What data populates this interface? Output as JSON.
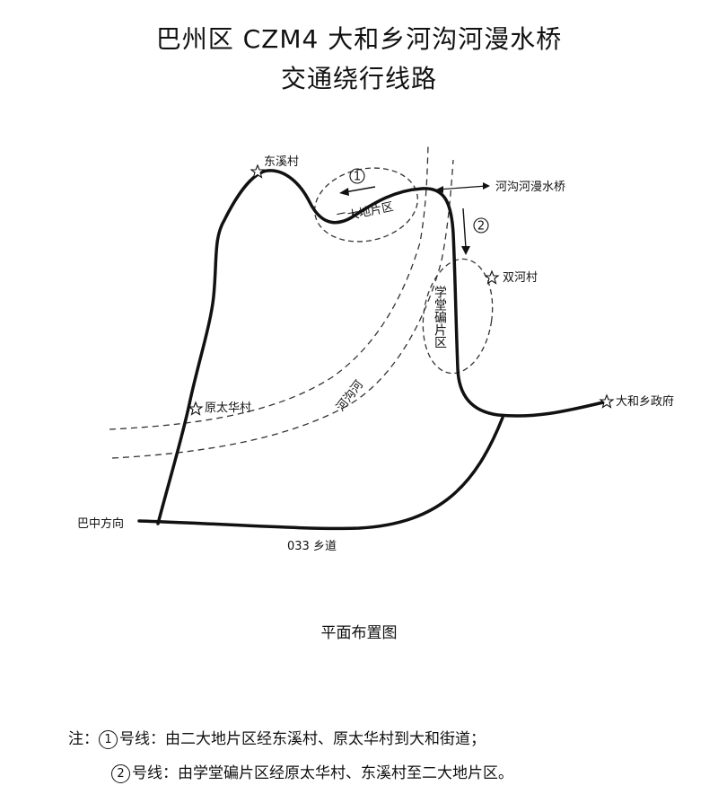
{
  "title_line1": "巴州区 CZM4 大和乡河沟河漫水桥",
  "title_line2": "交通绕行线路",
  "map": {
    "villages": {
      "dongxi": "东溪村",
      "shuanghe": "双河村",
      "yuantaihua": "原太华村",
      "daxiang_gov": "大和乡政府"
    },
    "bridge": "河沟河漫水桥",
    "zone_1": "二大地片区",
    "zone_2": "学堂碥片区",
    "river": "河沟河",
    "direction_bazhong": "巴中方向",
    "road": "033 乡道",
    "route1_num": "1",
    "route2_num": "2"
  },
  "caption": "平面布置图",
  "notes": {
    "prefix": "注：",
    "route1_num": "1",
    "route1_text": "号线：由二大地片区经东溪村、原太华村到大和街道；",
    "route2_num": "2",
    "route2_text": "号线：由学堂碥片区经原太华村、东溪村至二大地片区。"
  },
  "colors": {
    "ink": "#111111",
    "paper": "#ffffff"
  }
}
